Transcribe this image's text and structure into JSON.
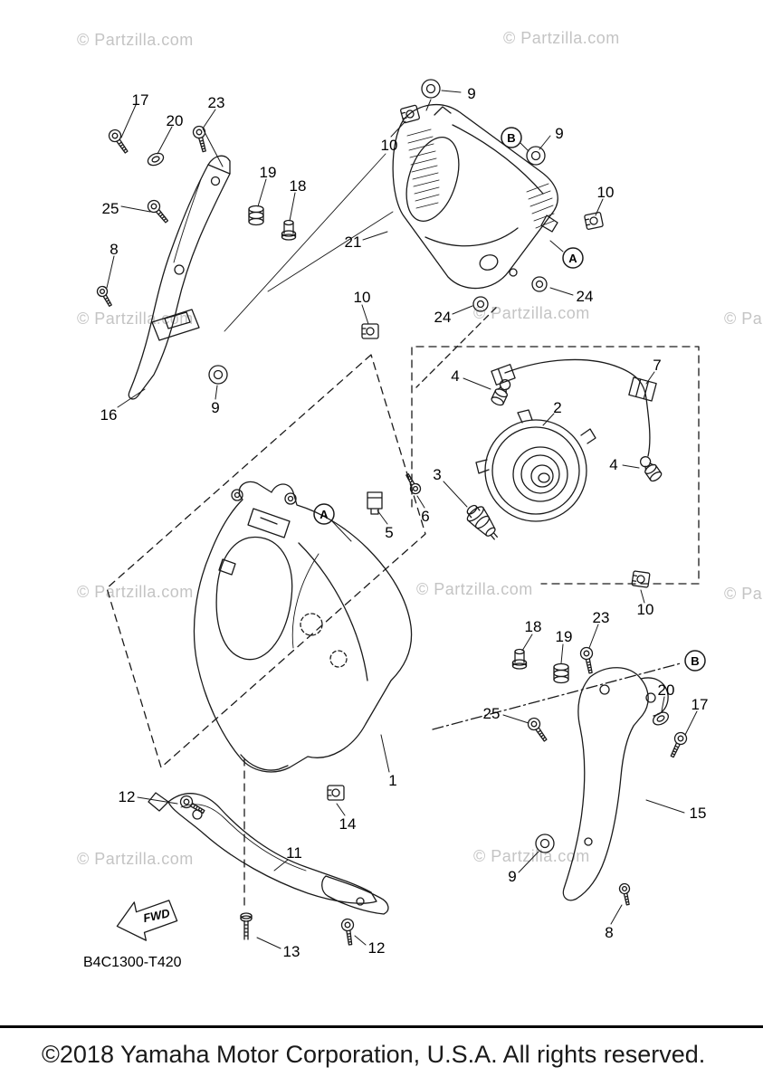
{
  "watermark": {
    "text": "© Partzilla.com"
  },
  "callouts": {
    "c17a": "17",
    "c20a": "20",
    "c23a": "23",
    "c19a": "19",
    "c18a": "18",
    "c25a": "25",
    "c8a": "8",
    "c16": "16",
    "c9a": "9",
    "c9top": "9",
    "c10top": "10",
    "c9vr": "9",
    "c10vr": "10",
    "c21": "21",
    "c24a": "24",
    "c24b": "24",
    "c10mid": "10",
    "c4a": "4",
    "c7": "7",
    "c2": "2",
    "c4b": "4",
    "c3": "3",
    "c5": "5",
    "c6": "6",
    "c10rm": "10",
    "c18b": "18",
    "c19b": "19",
    "c23b": "23",
    "c20b": "20",
    "c17b": "17",
    "c25b": "25",
    "c1": "1",
    "c14": "14",
    "c12a": "12",
    "c11": "11",
    "c9d": "9",
    "c15": "15",
    "c13": "13",
    "c12b": "12",
    "c8b": "8"
  },
  "letters": {
    "a1": "A",
    "a2": "A",
    "b1": "B",
    "b2": "B"
  },
  "labels": {
    "fwd": "FWD",
    "diagram_code": "B4C1300-T420"
  },
  "footer": {
    "copyright": "©2018 Yamaha Motor Corporation, U.S.A. All rights reserved."
  },
  "colors": {
    "line": "#1a1a1a",
    "watermark": "#c4c4c4",
    "text": "#000000"
  }
}
